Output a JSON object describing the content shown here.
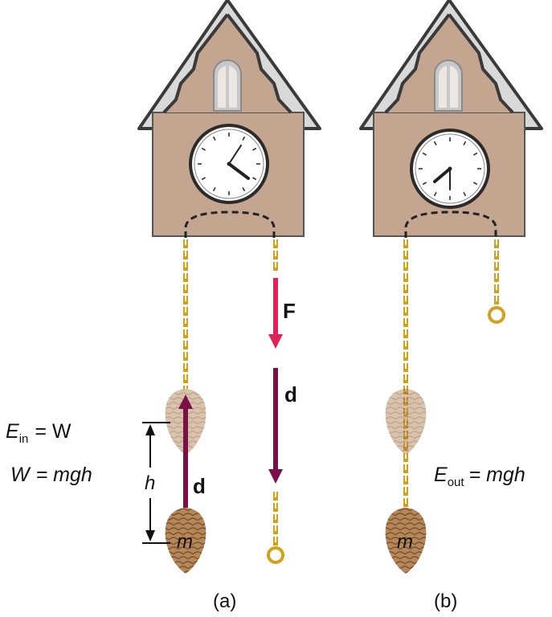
{
  "labels": {
    "force": "F",
    "displacement": "d",
    "height": "h",
    "mass": "m",
    "energy_in": {
      "symbol": "E",
      "sub": "in",
      "rhs": "= W"
    },
    "work": {
      "lhs": "W",
      "rhs": "= mgh"
    },
    "energy_out": {
      "symbol": "E",
      "sub": "out",
      "rhs": "= mgh"
    },
    "panel_a": "(a)",
    "panel_b": "(b)"
  },
  "colors": {
    "house": "#c4a590",
    "roof": "#d9d9d9",
    "outline": "#3a3a3a",
    "chain": "#d4a017",
    "force_arrow": "#e0215a",
    "displacement_arrow": "#7a1048",
    "cone": "#b7875a"
  }
}
